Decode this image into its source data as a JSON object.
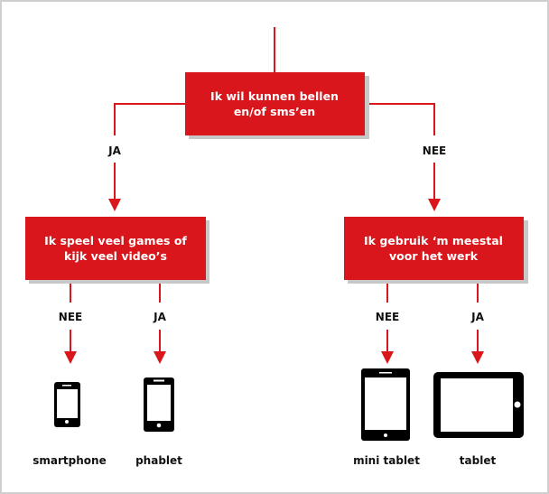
{
  "colors": {
    "accent": "#d8161b",
    "shadow": "#c8c8c8",
    "icon": "#000000"
  },
  "root": {
    "line1": "Ik wil kunnen bellen",
    "line2": "en/of sms’en"
  },
  "branches": {
    "left": {
      "answer": "JA",
      "question": {
        "line1": "Ik speel veel games of",
        "line2": "kijk veel video’s"
      },
      "options": [
        {
          "answer": "NEE",
          "device": "smartphone",
          "icon": "smartphone-icon"
        },
        {
          "answer": "JA",
          "device": "phablet",
          "icon": "phablet-icon"
        }
      ]
    },
    "right": {
      "answer": "NEE",
      "question": {
        "line1": "Ik gebruik ‘m meestal",
        "line2": "voor het werk"
      },
      "options": [
        {
          "answer": "NEE",
          "device": "mini tablet",
          "icon": "mini-tablet-icon"
        },
        {
          "answer": "JA",
          "device": "tablet",
          "icon": "tablet-icon"
        }
      ]
    }
  }
}
